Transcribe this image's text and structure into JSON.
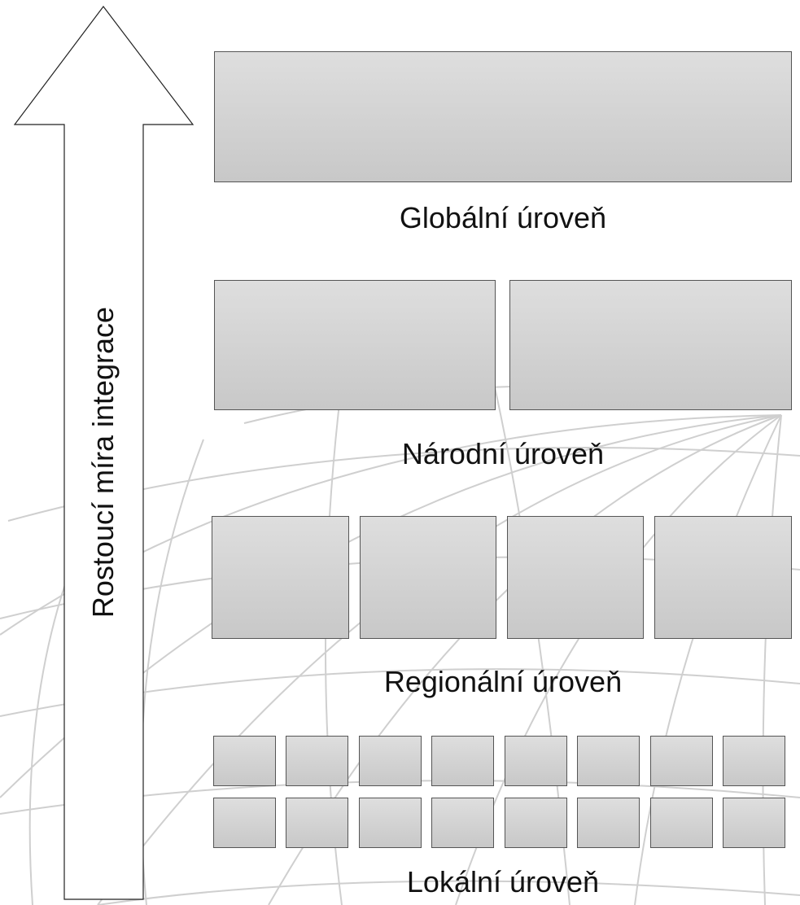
{
  "arrow": {
    "label": "Rostoucí míra integrace"
  },
  "levels": [
    {
      "id": "global",
      "label": "Globální úroveň",
      "boxes": 1
    },
    {
      "id": "national",
      "label": "Národní úroveň",
      "boxes": 2
    },
    {
      "id": "regional",
      "label": "Regionální úroveň",
      "boxes": 4
    },
    {
      "id": "local",
      "label": "Lokální úroveň",
      "boxes": 16
    }
  ],
  "colors": {
    "box_top": "#dedede",
    "box_bottom": "#c8c8c8",
    "border": "#555555",
    "globe_lines": "#cfcfcf"
  }
}
